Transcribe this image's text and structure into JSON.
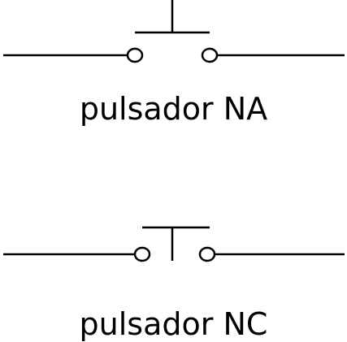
{
  "symbols": [
    {
      "id": "pulsador-na",
      "type": "normally-open push button",
      "label": "pulsador NA"
    },
    {
      "id": "pulsador-nc",
      "type": "normally-closed push button",
      "label": "pulsador NC"
    }
  ],
  "colors": {
    "stroke": "#000000",
    "background": "#ffffff"
  }
}
